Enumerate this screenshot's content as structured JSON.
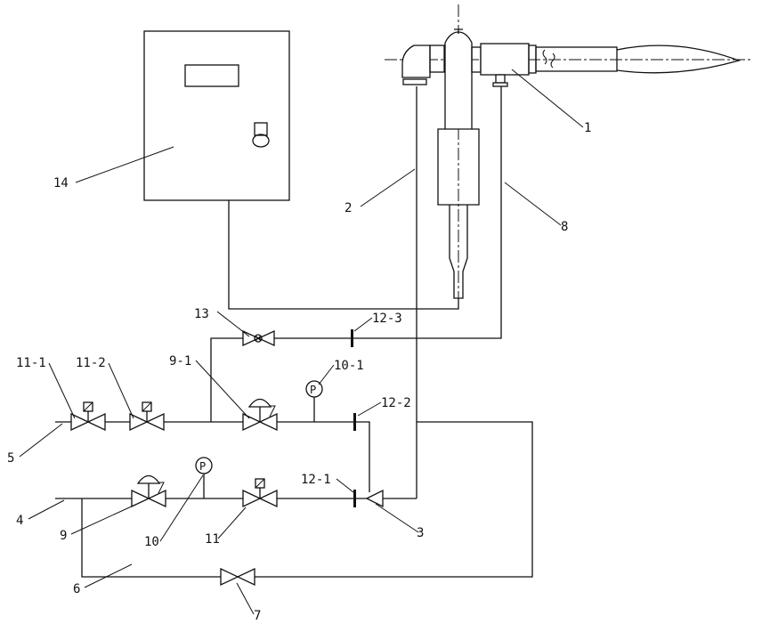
{
  "labels": {
    "burner": "1",
    "fuel_line": "2",
    "check_valve": "3",
    "inlet_4": "4",
    "inlet_5": "5",
    "bypass_line": "6",
    "bypass_valve": "7",
    "air_line": "8",
    "regulator_9": "9",
    "regulator_9_1": "9-1",
    "gauge_10": "10",
    "gauge_10_1": "10-1",
    "gauge_symbol": "P",
    "solenoid_11": "11",
    "solenoid_11_1": "11-1",
    "solenoid_11_2": "11-2",
    "flange_12_1": "12-1",
    "flange_12_2": "12-2",
    "flange_12_3": "12-3",
    "valve_13": "13",
    "control_box": "14"
  }
}
